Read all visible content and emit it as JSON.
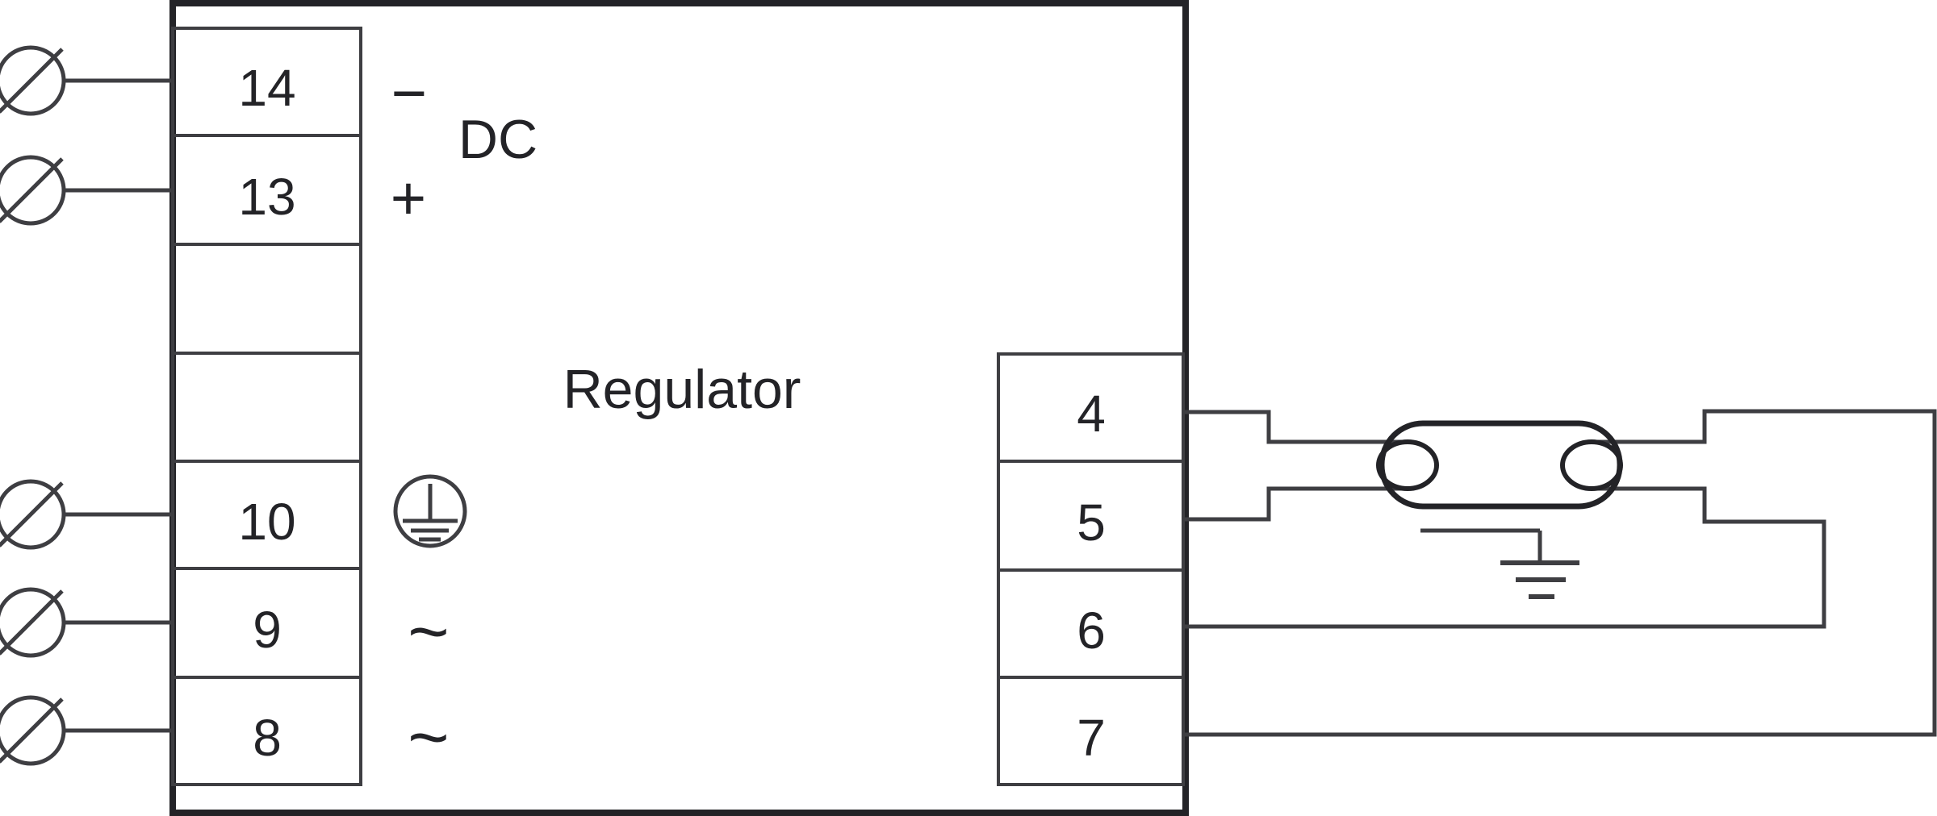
{
  "diagram": {
    "device_label": "Regulator",
    "dc_section": {
      "label": "DC",
      "negative_symbol": "−",
      "positive_symbol": "+"
    },
    "ac_symbol": "~",
    "left_terminals": [
      "14",
      "13",
      "",
      "",
      "10",
      "9",
      "8"
    ],
    "right_terminals": [
      "4",
      "5",
      "6",
      "7"
    ],
    "icons": {
      "input_terminal": "circle-with-slash",
      "protective_earth": "earth-in-circle",
      "lamp": "fluorescent-tube-with-electrodes",
      "ground": "earth-bars"
    },
    "colors": {
      "background": "#ffffff",
      "line": "#3e3e42",
      "heavy": "#232327",
      "text": "#232327"
    }
  }
}
